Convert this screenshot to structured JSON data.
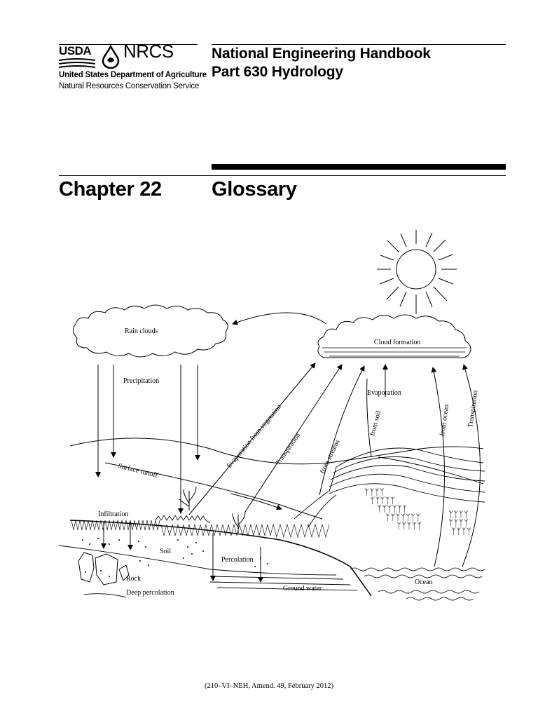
{
  "logo": {
    "usda": "USDA",
    "nrcs": "NRCS",
    "agency": "United States Department of Agriculture",
    "service": "Natural Resources Conservation Service"
  },
  "header": {
    "line1": "National Engineering Handbook",
    "line2": "Part 630 Hydrology"
  },
  "chapter": {
    "number": "Chapter 22",
    "title": "Glossary"
  },
  "diagram": {
    "rain_clouds": "Rain clouds",
    "cloud_formation": "Cloud formation",
    "precipitation": "Precipitation",
    "evaporation": "Evaporation",
    "evap_vegetation": "Evaporation from vegetation",
    "transpiration_1": "Transpiration",
    "from_streams": "from streams",
    "from_soil": "from soil",
    "from_ocean": "from ocean",
    "transpiration_2": "Transpiration",
    "surface_runoff": "Surface runoff",
    "infiltration": "Infiltration",
    "soil": "Soil",
    "percolation": "Percolation",
    "rock": "Rock",
    "deep_percolation": "Deep percolation",
    "ground_water": "Ground water",
    "ocean": "Ocean"
  },
  "footer": {
    "text": "(210–VI–NEH, Amend. 49, February 2012)"
  }
}
